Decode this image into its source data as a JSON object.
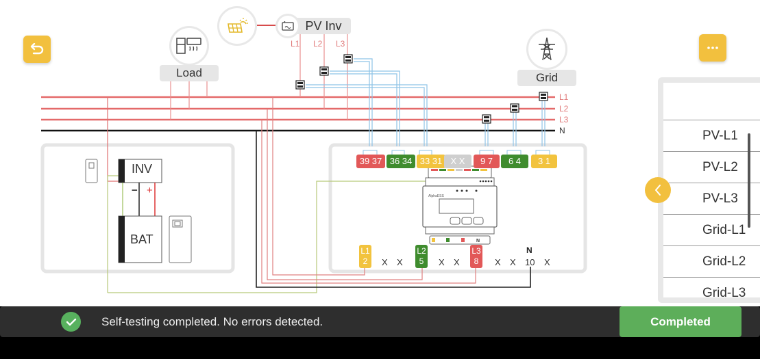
{
  "toolbar": {
    "back_icon": "undo-arrow-icon",
    "more_icon": "ellipsis-icon"
  },
  "diagram": {
    "load_label": "Load",
    "pv_inv_label": "PV Inv",
    "grid_label": "Grid",
    "pv_phase_labels": [
      "L1",
      "L2",
      "L3"
    ],
    "grid_phase_labels": [
      "L1",
      "L2",
      "L3",
      "N"
    ],
    "inv_label": "INV",
    "bat_label": "BAT",
    "bat_minus": "−",
    "bat_plus": "+",
    "meter_top_terminals": [
      {
        "label": "39 37",
        "color": "red"
      },
      {
        "label": "36 34",
        "color": "green"
      },
      {
        "label": "33 31",
        "color": "yellow"
      },
      {
        "label": "X X",
        "color": "grey"
      },
      {
        "label": "9  7",
        "color": "red"
      },
      {
        "label": "6  4",
        "color": "green"
      },
      {
        "label": "3  1",
        "color": "yellow"
      }
    ],
    "meter_bottom_terminals": [
      {
        "phase": "L1",
        "num": "2",
        "color": "yellow"
      },
      {
        "phase": "L2",
        "num": "5",
        "color": "green"
      },
      {
        "phase": "L3",
        "num": "8",
        "color": "red"
      }
    ],
    "meter_bottom_x": [
      "X",
      "X",
      "X",
      "X",
      "X",
      "X",
      "X"
    ],
    "neutral_label": "N",
    "neutral_num": "10",
    "meter_brand": "AlphaESS"
  },
  "side_panel": {
    "items": [
      "PV-L1",
      "PV-L2",
      "PV-L3",
      "Grid-L1",
      "Grid-L2",
      "Grid-L3"
    ]
  },
  "status": {
    "message": "Self-testing completed. No errors detected.",
    "button_label": "Completed"
  },
  "colors": {
    "accent": "#F2C03E",
    "phase_red": "#E25858",
    "phase_green": "#3F8C2E",
    "phase_yellow": "#F2C33E",
    "ct_blue": "#8EC3E6",
    "success": "#5DAE5A"
  }
}
